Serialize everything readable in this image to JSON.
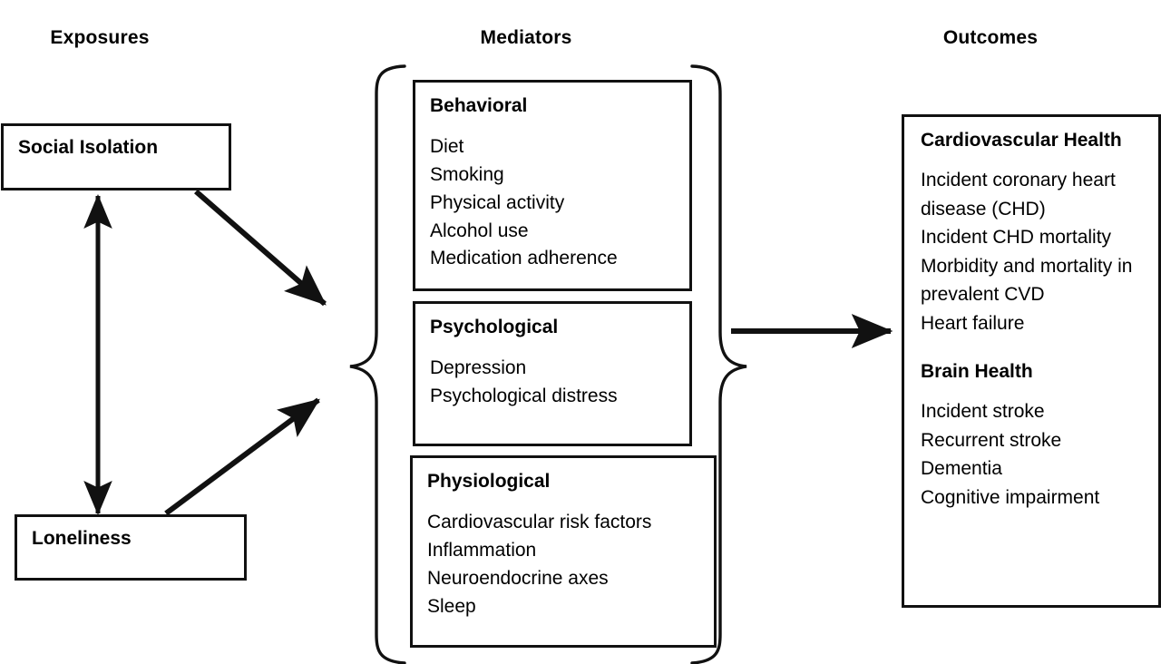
{
  "columns": {
    "exposures": {
      "title": "Exposures"
    },
    "mediators": {
      "title": "Mediators"
    },
    "outcomes": {
      "title": "Outcomes"
    }
  },
  "exposures": {
    "boxes": [
      {
        "label": "Social Isolation"
      },
      {
        "label": "Loneliness"
      }
    ]
  },
  "mediators": {
    "groups": [
      {
        "heading": "Behavioral",
        "items": [
          "Diet",
          "Smoking",
          "Physical activity",
          "Alcohol use",
          "Medication adherence"
        ]
      },
      {
        "heading": "Psychological",
        "items": [
          "Depression",
          "Psychological distress"
        ]
      },
      {
        "heading": "Physiological",
        "items": [
          "Cardiovascular risk factors",
          "Inflammation",
          "Neuroendocrine axes",
          "Sleep"
        ]
      }
    ]
  },
  "outcomes": {
    "groups": [
      {
        "heading": "Cardiovascular Health",
        "items": [
          "Incident coronary heart disease (CHD)",
          "Incident CHD mortality",
          "Morbidity and mortality in prevalent CVD",
          "Heart failure"
        ]
      },
      {
        "heading": "Brain Health",
        "items": [
          "Incident stroke",
          "Recurrent stroke",
          "Dementia",
          "Cognitive impairment"
        ]
      }
    ]
  },
  "connectors": [
    {
      "name": "isolation-loneliness-bidirectional-arrow",
      "kind": "double-arrow-vertical"
    },
    {
      "name": "isolation-to-mediators-arrow",
      "kind": "arrow-diagonal-down"
    },
    {
      "name": "loneliness-to-mediators-arrow",
      "kind": "arrow-diagonal-up"
    },
    {
      "name": "mediators-to-outcomes-arrow",
      "kind": "arrow-horizontal"
    },
    {
      "name": "mediators-left-brace",
      "kind": "curly-brace-left"
    },
    {
      "name": "mediators-right-brace",
      "kind": "curly-brace-right"
    }
  ],
  "colors": {
    "stroke": "#111111",
    "background": "#ffffff",
    "text": "#000000"
  }
}
